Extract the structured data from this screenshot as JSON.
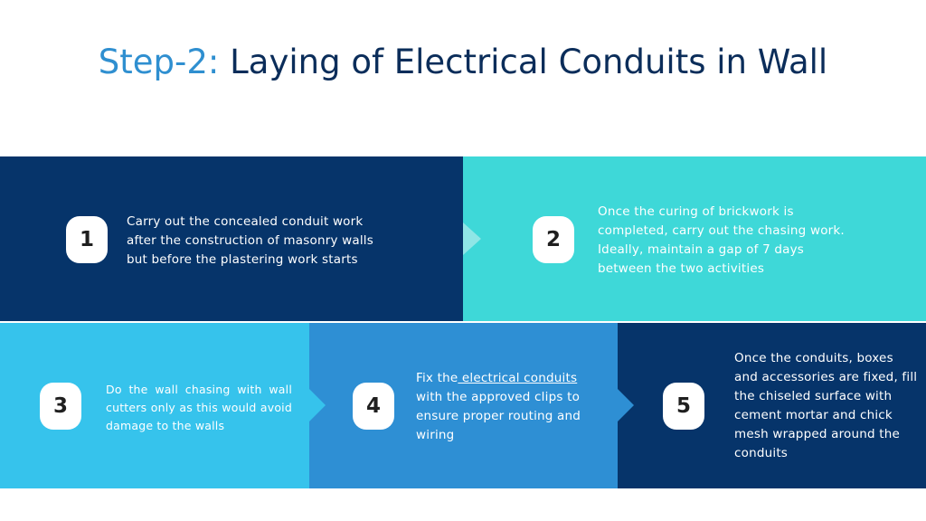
{
  "title": {
    "step": "Step-2:",
    "text": " Laying of Electrical Conduits in Wall"
  },
  "steps": [
    {
      "number": "1",
      "text": "Carry out the concealed conduit work after the construction of masonry walls but before the plastering work starts"
    },
    {
      "number": "2",
      "text": "Once the curing of brickwork is completed, carry out the chasing work. Ideally, maintain a gap of 7 days between the two activities"
    },
    {
      "number": "3",
      "text": "Do the wall chasing with wall cutters only as this would avoid damage to the walls"
    },
    {
      "number": "4",
      "text_before": "Fix the",
      "link": " electrical conduits",
      "text_after": " with the approved clips to ensure proper routing and wiring"
    },
    {
      "number": "5",
      "text": "Once the conduits, boxes and accessories are fixed, fill the chiseled surface with cement mortar and chick mesh wrapped around the conduits"
    }
  ],
  "colors": {
    "title_step": "#2f8fd0",
    "title_text": "#0b2d5a",
    "panel_dark_navy": "#06346a",
    "panel_turquoise": "#3ed8d8",
    "panel_sky": "#36c3ec",
    "panel_blue": "#2e8fd4"
  }
}
